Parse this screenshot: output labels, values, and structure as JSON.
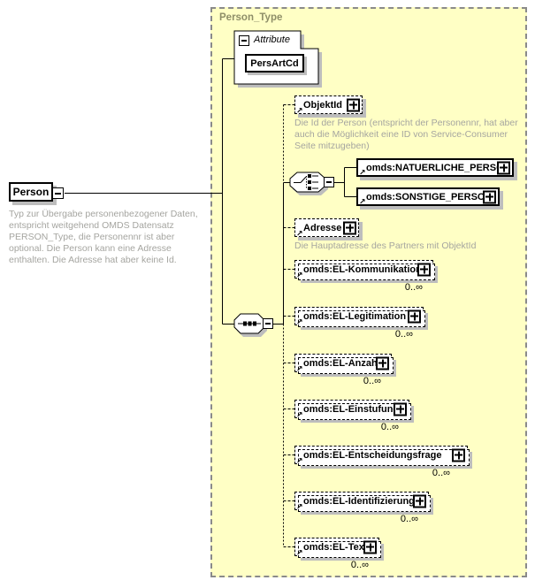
{
  "panel": {
    "title": "Person_Type"
  },
  "root": {
    "label": "Person",
    "annotation": "Typ zur Übergabe personenbezogener Daten, entspricht weitgehend OMDS Datensatz PERSON_Type, die Personennr ist aber optional. Die Person kann eine Adresse enthalten. Die Adresse hat aber keine Id."
  },
  "attribute_group": {
    "label": "Attribute",
    "attributes": [
      {
        "name": "PersArtCd"
      }
    ]
  },
  "elements": [
    {
      "label": "ObjektId",
      "optional": true,
      "annotation": "Die Id der Person (entspricht der Personennr, hat aber auch die Möglichkeit eine ID von Service-Consumer Seite mitzugeben)"
    },
    {
      "label": "omds:NATUERLICHE_PERSON",
      "optional": false
    },
    {
      "label": "omds:SONSTIGE_PERSON",
      "optional": false
    },
    {
      "label": "Adresse",
      "optional": true,
      "annotation": "Die Hauptadresse des Partners mit ObjektId"
    },
    {
      "label": "omds:EL-Kommunikation",
      "occurrence": "0..∞"
    },
    {
      "label": "omds:EL-Legitimation",
      "occurrence": "0..∞"
    },
    {
      "label": "omds:EL-Anzahl",
      "occurrence": "0..∞"
    },
    {
      "label": "omds:EL-Einstufung",
      "occurrence": "0..∞"
    },
    {
      "label": "omds:EL-Entscheidungsfrage",
      "occurrence": "0..∞"
    },
    {
      "label": "omds:EL-Identifizierung",
      "occurrence": "0..∞"
    },
    {
      "label": "omds:EL-Text",
      "occurrence": "0..∞"
    }
  ],
  "icons": {
    "ref_arrow": "↗"
  },
  "colors": {
    "panel_bg": "#FFFFC5",
    "panel_border": "#8A8A8A",
    "panel_title": "#8E8E68",
    "annotation": "#A5A5A0",
    "shadow": "#BDBDBD"
  }
}
